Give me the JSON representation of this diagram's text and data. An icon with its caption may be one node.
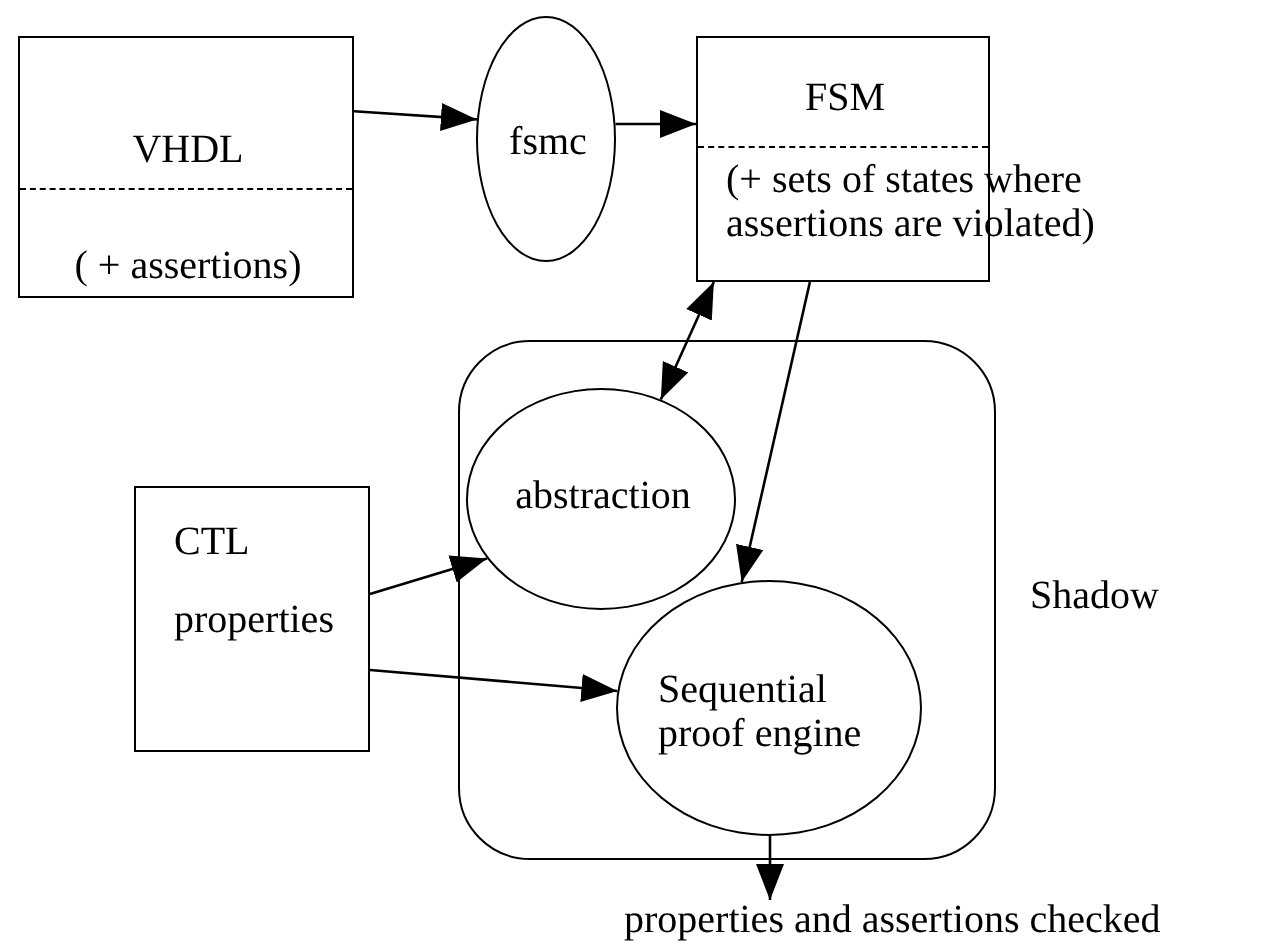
{
  "diagram": {
    "nodes": [
      {
        "text": [
          "VHDL",
          "( + assertions)"
        ]
      },
      {
        "text": [
          "fsmc"
        ]
      },
      {
        "text": [
          "FSM",
          "(+ sets of states where assertions are violated)"
        ]
      },
      {
        "text": [
          "Shadow"
        ]
      },
      {
        "text": [
          "abstraction"
        ],
        "in": 3
      },
      {
        "text": [
          "Sequential proof engine"
        ],
        "in": 3
      },
      {
        "text": [
          "CTL",
          "properties"
        ]
      },
      {
        "text": [
          "properties and assertions checked"
        ]
      }
    ],
    "edges": [
      {
        "from": 0,
        "to": 1,
        "arrow": "to"
      },
      {
        "from": 1,
        "to": 2,
        "arrow": "to"
      },
      {
        "from": 2,
        "to": 4,
        "arrow": "both"
      },
      {
        "from": 2,
        "to": 5,
        "arrow": "to"
      },
      {
        "from": 6,
        "to": 4,
        "arrow": "to"
      },
      {
        "from": 6,
        "to": 5,
        "arrow": "to"
      },
      {
        "from": 5,
        "to": 7,
        "arrow": "to"
      }
    ]
  }
}
